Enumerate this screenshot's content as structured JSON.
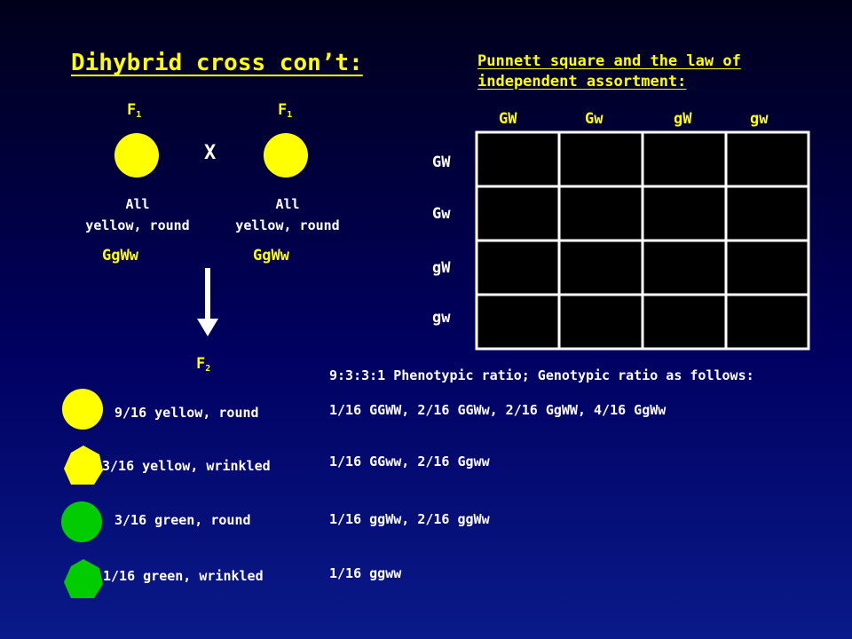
{
  "left": {
    "title": "Dihybrid cross con’t:",
    "parent1": {
      "label": "F",
      "sub": "1",
      "line1": "All",
      "line2": "yellow, round",
      "genotype": "GgWw"
    },
    "parent2": {
      "label": "F",
      "sub": "1",
      "line1": "All",
      "line2": "yellow, round",
      "genotype": "GgWw"
    },
    "cross_symbol": "X",
    "f2": {
      "label": "F",
      "sub": "2"
    },
    "phenotypes": [
      {
        "text": "9/16 yellow, round",
        "color": "#ffff00",
        "shape": "circle"
      },
      {
        "text": "3/16 yellow, wrinkled",
        "color": "#ffff00",
        "shape": "wrinkled"
      },
      {
        "text": "3/16 green, round",
        "color": "#00cc00",
        "shape": "circle"
      },
      {
        "text": "1/16 green, wrinkled",
        "color": "#00cc00",
        "shape": "wrinkled"
      }
    ]
  },
  "punnett": {
    "heading": "Punnett square and the law of independent assortment:",
    "col_headers": [
      "GW",
      "Gw",
      "gW",
      "gw"
    ],
    "row_headers": [
      "GW",
      "Gw",
      "gW",
      "gw"
    ]
  },
  "ratios": {
    "summary": "9:3:3:1 Phenotypic ratio; Genotypic ratio as follows:",
    "lines": [
      "1/16 GGWW, 2/16 GGWw, 2/16 GgWW, 4/16 GgWw",
      "1/16 GGww, 2/16 Ggww",
      "1/16 ggWw, 2/16 ggWw",
      "1/16 ggww"
    ]
  },
  "colors": {
    "yellow": "#ffff00",
    "green": "#00cc00",
    "text": "#ffffff"
  }
}
